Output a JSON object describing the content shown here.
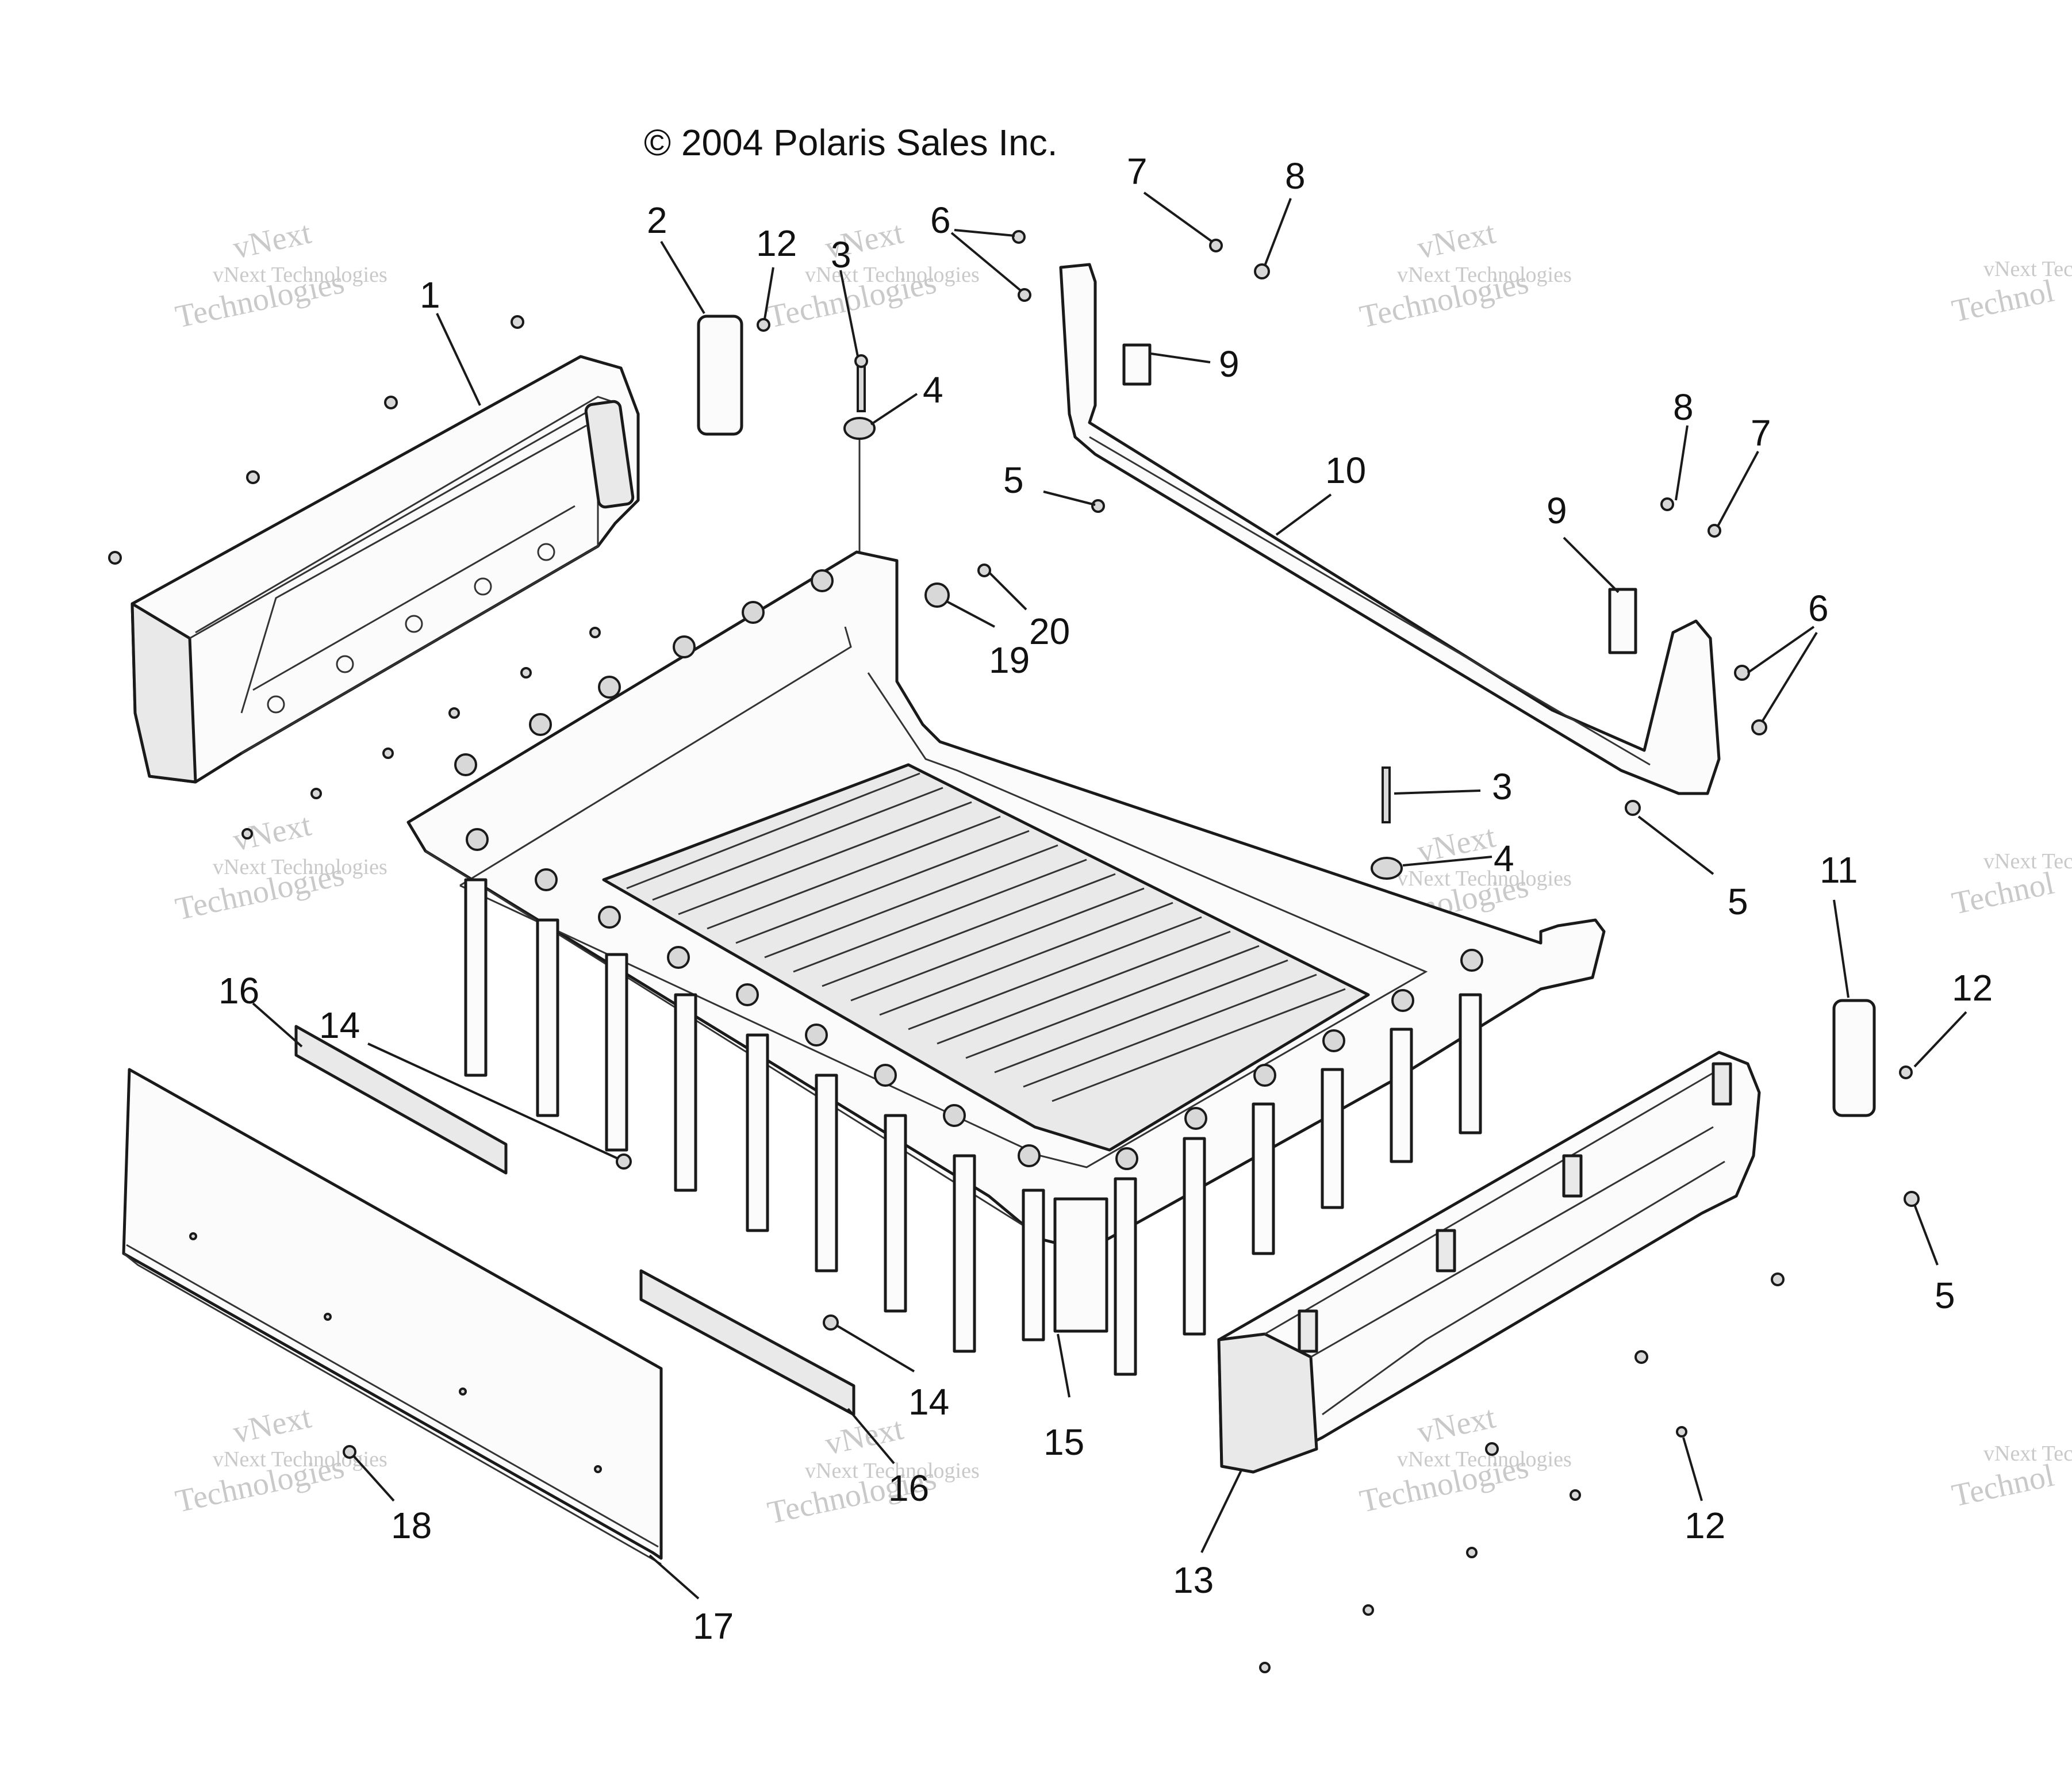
{
  "copyright": "© 2004 Polaris Sales Inc.",
  "watermark": {
    "line1": "vNext Technologies",
    "line2": "vNext",
    "line3": "Technologies",
    "cropped_line1": "vNext Tec",
    "cropped_line3": "Technol"
  },
  "callouts": [
    "1",
    "2",
    "3",
    "4",
    "5",
    "6",
    "7",
    "8",
    "9",
    "10",
    "11",
    "12",
    "13",
    "14",
    "15",
    "16",
    "17",
    "18",
    "19",
    "20"
  ],
  "labels": {
    "l1": "1",
    "l2": "2",
    "l3a": "3",
    "l3b": "3",
    "l4a": "4",
    "l4b": "4",
    "l5a": "5",
    "l5b": "5",
    "l5c": "5",
    "l6a": "6",
    "l6b": "6",
    "l7a": "7",
    "l7b": "7",
    "l8a": "8",
    "l8b": "8",
    "l9a": "9",
    "l9b": "9",
    "l10": "10",
    "l11": "11",
    "l12a": "12",
    "l12b": "12",
    "l12c": "12",
    "l13": "13",
    "l14a": "14",
    "l14b": "14",
    "l15": "15",
    "l16a": "16",
    "l16b": "16",
    "l17": "17",
    "l18": "18",
    "l19": "19",
    "l20": "20"
  }
}
